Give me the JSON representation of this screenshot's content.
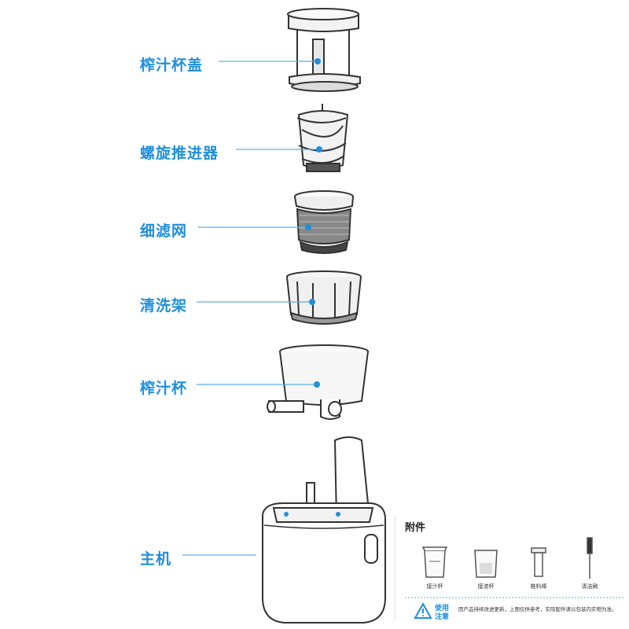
{
  "parts": [
    {
      "id": "lid",
      "label": "榨汁杯盖"
    },
    {
      "id": "auger",
      "label": "螺旋推进器"
    },
    {
      "id": "filter",
      "label": "细滤网"
    },
    {
      "id": "brush-holder",
      "label": "清洗架"
    },
    {
      "id": "bowl",
      "label": "榨汁杯"
    },
    {
      "id": "base",
      "label": "主机"
    }
  ],
  "accessories": {
    "title": "附件",
    "items": [
      {
        "label": "接汁杯"
      },
      {
        "label": "接渣杯"
      },
      {
        "label": "推料棒"
      },
      {
        "label": "清洁刷"
      }
    ]
  },
  "notice": {
    "title": "使用注意",
    "text": "因产品持续改进更新，上图仅供参考，实际配件请以包装内实物为准。"
  },
  "colors": {
    "accent": "#1f8fdc",
    "line": "#333333",
    "pointer_line": "#5ab0ea"
  }
}
